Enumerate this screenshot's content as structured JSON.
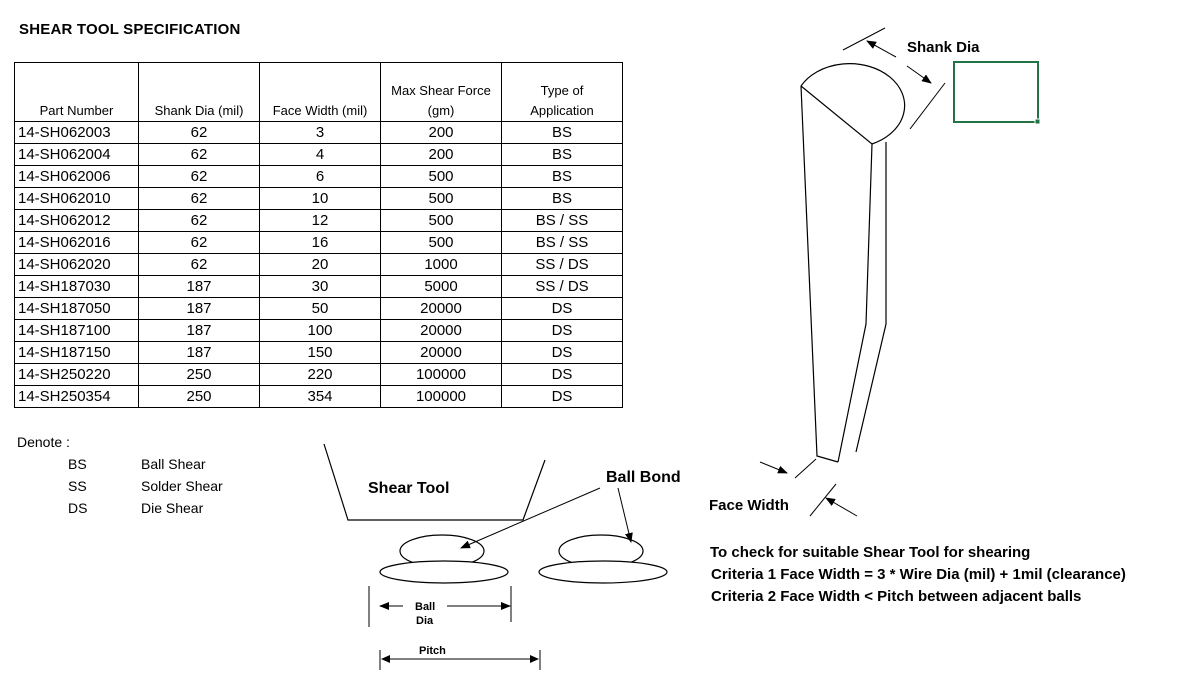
{
  "title": "SHEAR TOOL SPECIFICATION",
  "table": {
    "headers": [
      "Part Number",
      "Shank Dia (mil)",
      "Face Width (mil)",
      [
        "Max Shear Force",
        "(gm)"
      ],
      [
        "Type of",
        "Application"
      ]
    ],
    "rows": [
      [
        "14-SH062003",
        "62",
        "3",
        "200",
        "BS"
      ],
      [
        "14-SH062004",
        "62",
        "4",
        "200",
        "BS"
      ],
      [
        "14-SH062006",
        "62",
        "6",
        "500",
        "BS"
      ],
      [
        "14-SH062010",
        "62",
        "10",
        "500",
        "BS"
      ],
      [
        "14-SH062012",
        "62",
        "12",
        "500",
        "BS / SS"
      ],
      [
        "14-SH062016",
        "62",
        "16",
        "500",
        "BS / SS"
      ],
      [
        "14-SH062020",
        "62",
        "20",
        "1000",
        "SS / DS"
      ],
      [
        "14-SH187030",
        "187",
        "30",
        "5000",
        "SS / DS"
      ],
      [
        "14-SH187050",
        "187",
        "50",
        "20000",
        "DS"
      ],
      [
        "14-SH187100",
        "187",
        "100",
        "20000",
        "DS"
      ],
      [
        "14-SH187150",
        "187",
        "150",
        "20000",
        "DS"
      ],
      [
        "14-SH250220",
        "250",
        "220",
        "100000",
        "DS"
      ],
      [
        "14-SH250354",
        "250",
        "354",
        "100000",
        "DS"
      ]
    ]
  },
  "denote": {
    "title": "Denote :",
    "items": [
      {
        "code": "BS",
        "name": "Ball Shear"
      },
      {
        "code": "SS",
        "name": "Solder Shear"
      },
      {
        "code": "DS",
        "name": "Die Shear"
      }
    ]
  },
  "diagram": {
    "shear_tool": "Shear Tool",
    "ball_bond": "Ball Bond",
    "ball_dia": [
      "Ball",
      "Dia"
    ],
    "pitch": "Pitch",
    "shank_dia": "Shank Dia",
    "face_width": "Face Width"
  },
  "criteria": {
    "heading": "To check for suitable Shear Tool for shearing",
    "lines": [
      "Criteria 1  Face Width = 3 * Wire Dia (mil) + 1mil (clearance)",
      "Criteria 2  Face Width < Pitch between adjacent balls"
    ]
  },
  "colors": {
    "selection_box": "#217346"
  }
}
